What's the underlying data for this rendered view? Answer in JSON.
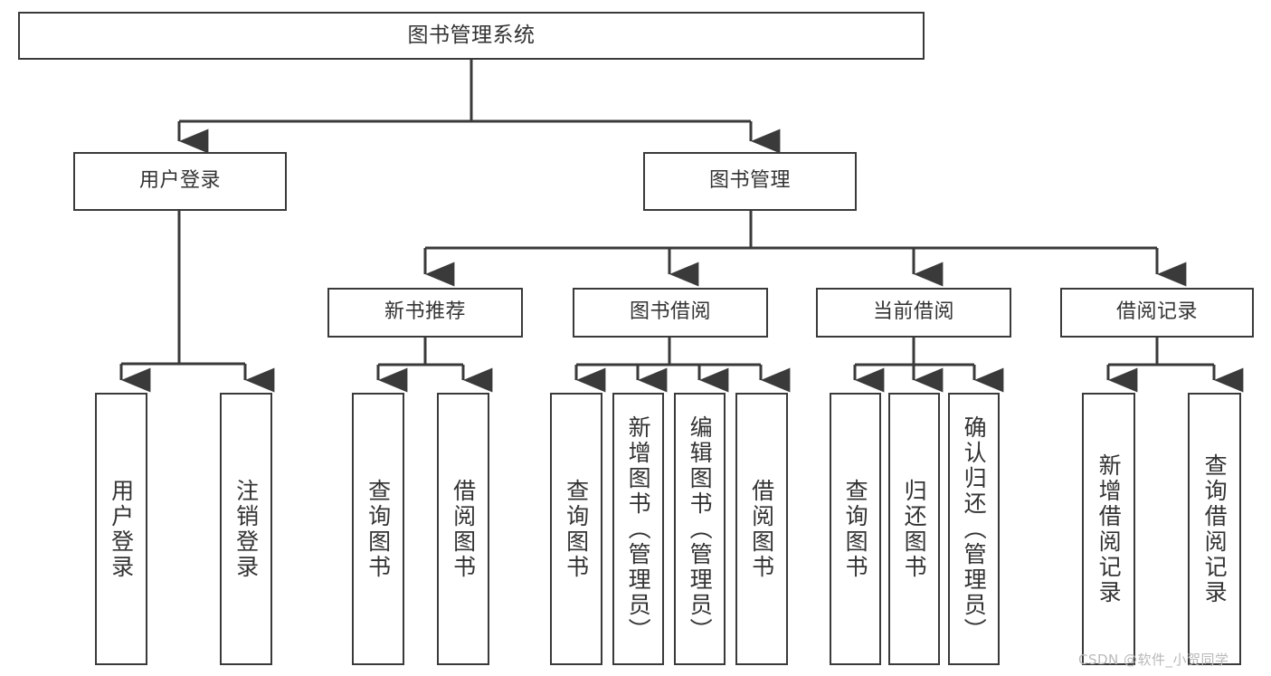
{
  "diagram": {
    "title": "图书管理系统",
    "type": "hierarchy-tree",
    "levels": 4,
    "stroke_color": "#3a3a3a",
    "text_color": "#333333",
    "background_color": "#ffffff"
  },
  "root": {
    "label": "图书管理系统"
  },
  "level2": [
    {
      "label": "用户登录"
    },
    {
      "label": "图书管理"
    }
  ],
  "level3": [
    {
      "label": "新书推荐"
    },
    {
      "label": "图书借阅"
    },
    {
      "label": "当前借阅"
    },
    {
      "label": "借阅记录"
    }
  ],
  "leaves": {
    "user_login": [
      {
        "label": "用户登录"
      },
      {
        "label": "注销登录"
      }
    ],
    "new_book_recommend": [
      {
        "label": "查询图书"
      },
      {
        "label": "借阅图书"
      }
    ],
    "book_borrow": [
      {
        "label": "查询图书"
      },
      {
        "label": "新增图书（管理员）"
      },
      {
        "label": "编辑图书（管理员）"
      },
      {
        "label": "借阅图书"
      }
    ],
    "current_borrow": [
      {
        "label": "查询图书"
      },
      {
        "label": "归还图书"
      },
      {
        "label": "确认归还（管理员）"
      }
    ],
    "borrow_record": [
      {
        "label": "新增借阅记录"
      },
      {
        "label": "查询借阅记录"
      }
    ]
  },
  "watermark": {
    "text": "CSDN @软件_小贺同学"
  }
}
